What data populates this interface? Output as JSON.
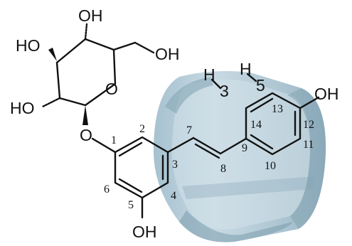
{
  "colors": {
    "cavity_fill": "#b4cbd6",
    "cavity_light": "#d3e2ea",
    "cavity_dark": "#86a6b6",
    "bond": "#111111"
  },
  "groups": {
    "oh_top": "OH",
    "ho_left_upper": "HO",
    "oh_ch2": "OH",
    "ho_left_lower": "HO",
    "oh_bottom": "OH",
    "oh_right": "OH",
    "ring_o": "O",
    "glyco_o": "O",
    "h3_h": "H",
    "h3_n": "3",
    "h5_h": "H",
    "h5_n": "5"
  },
  "atom_numbers": {
    "n1": "1",
    "n2": "2",
    "n3": "3",
    "n4": "4",
    "n5": "5",
    "n6": "6",
    "n7": "7",
    "n8": "8",
    "n9": "9",
    "n10": "10",
    "n11": "11",
    "n12": "12",
    "n13": "13",
    "n14": "14"
  }
}
